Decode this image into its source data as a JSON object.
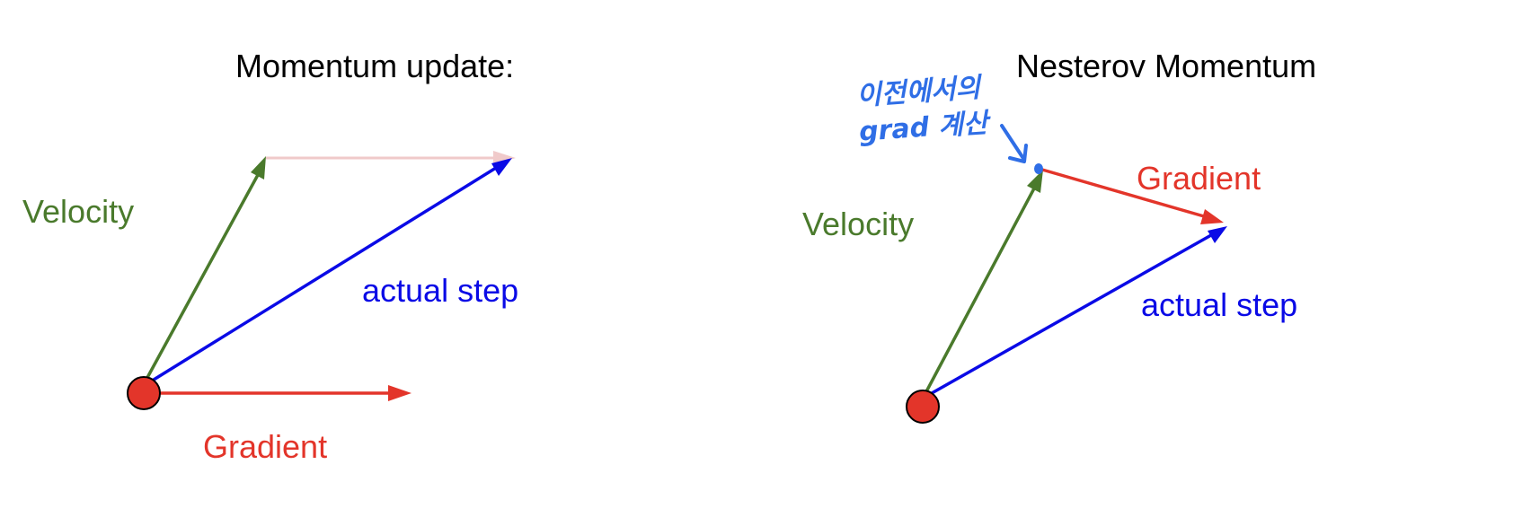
{
  "colors": {
    "velocity": "#4a7a2c",
    "gradient": "#e3352a",
    "actual_step": "#0a0ae6",
    "ghost": "#f0caca",
    "start_point": "#e3352a",
    "handwriting": "#2f6ee6",
    "text": "#000000"
  },
  "panels": {
    "momentum": {
      "title": "Momentum update:",
      "velocity_label": "Velocity",
      "actual_step_label": "actual step",
      "gradient_label": "Gradient"
    },
    "nesterov": {
      "title": "Nesterov Momentum",
      "velocity_label": "Velocity",
      "gradient_label": "Gradient",
      "actual_step_label": "actual step",
      "handwritten_note": {
        "line1": "이전에서의",
        "line2": "grad 계산"
      }
    }
  }
}
